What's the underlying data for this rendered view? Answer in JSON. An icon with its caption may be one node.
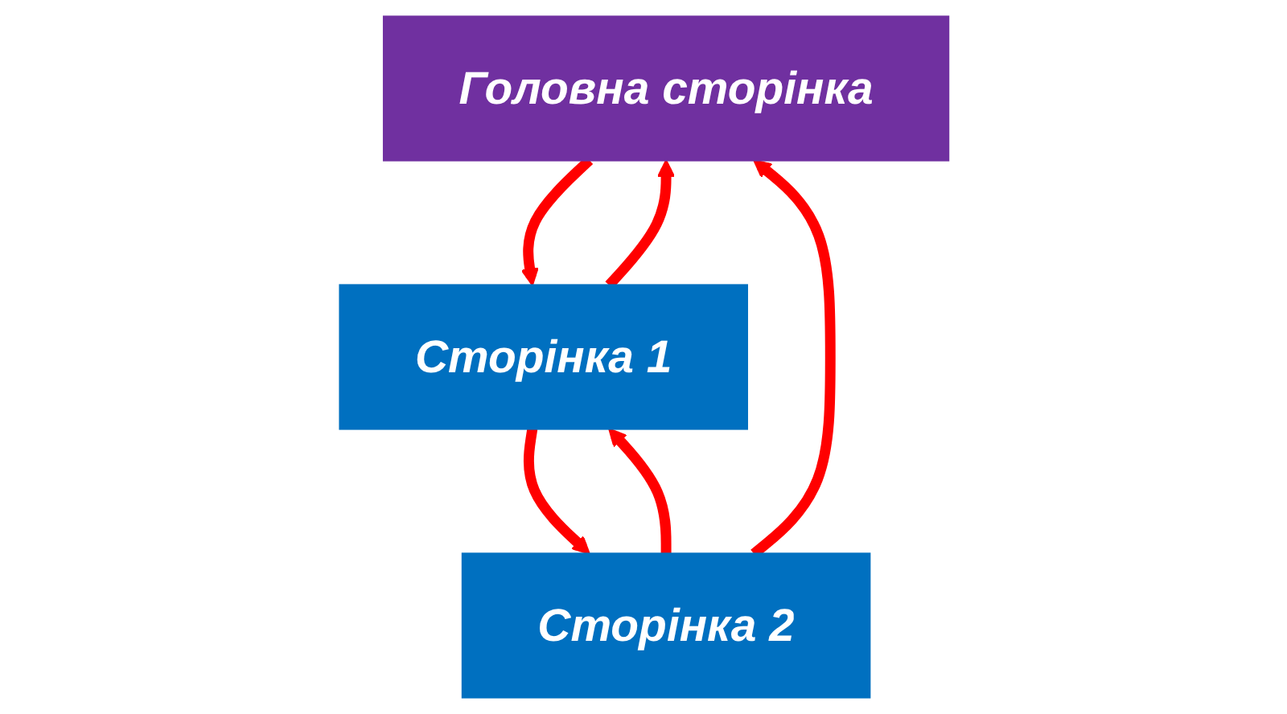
{
  "diagram": {
    "nodes": [
      {
        "text": [
          "Головна сторінка"
        ]
      },
      {
        "text": [
          "Сторінка 1"
        ]
      },
      {
        "text": [
          "Сторінка 2"
        ]
      }
    ],
    "edges": [
      {
        "from": 0,
        "to": 1,
        "arrow": "to"
      },
      {
        "from": 1,
        "to": 2,
        "arrow": "to"
      },
      {
        "from": 1,
        "to": 0,
        "arrow": "to"
      },
      {
        "from": 2,
        "to": 1,
        "arrow": "to"
      },
      {
        "from": 2,
        "to": 0,
        "arrow": "to"
      }
    ]
  }
}
